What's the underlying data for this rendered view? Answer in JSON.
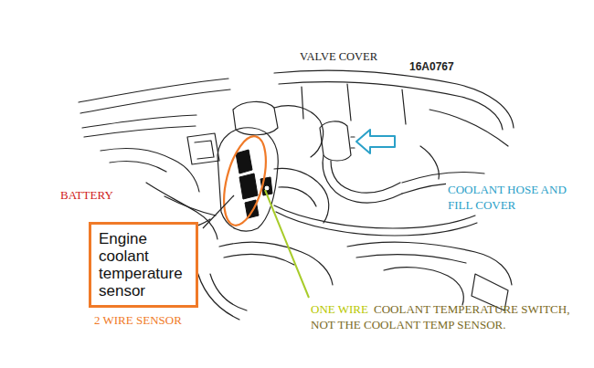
{
  "diagram": {
    "nodes": [
      {
        "text": [
          "Engine coolant temperature sensor"
        ]
      }
    ],
    "labels": [
      "VALVE COVER",
      "16A0767",
      "BATTERY",
      "COOLANT HOSE AND FILL COVER",
      "2 WIRE SENSOR",
      "ONE WIRE",
      "COOLANT TEMPERATURE SWITCH, NOT THE COOLANT TEMP SENSOR."
    ]
  }
}
